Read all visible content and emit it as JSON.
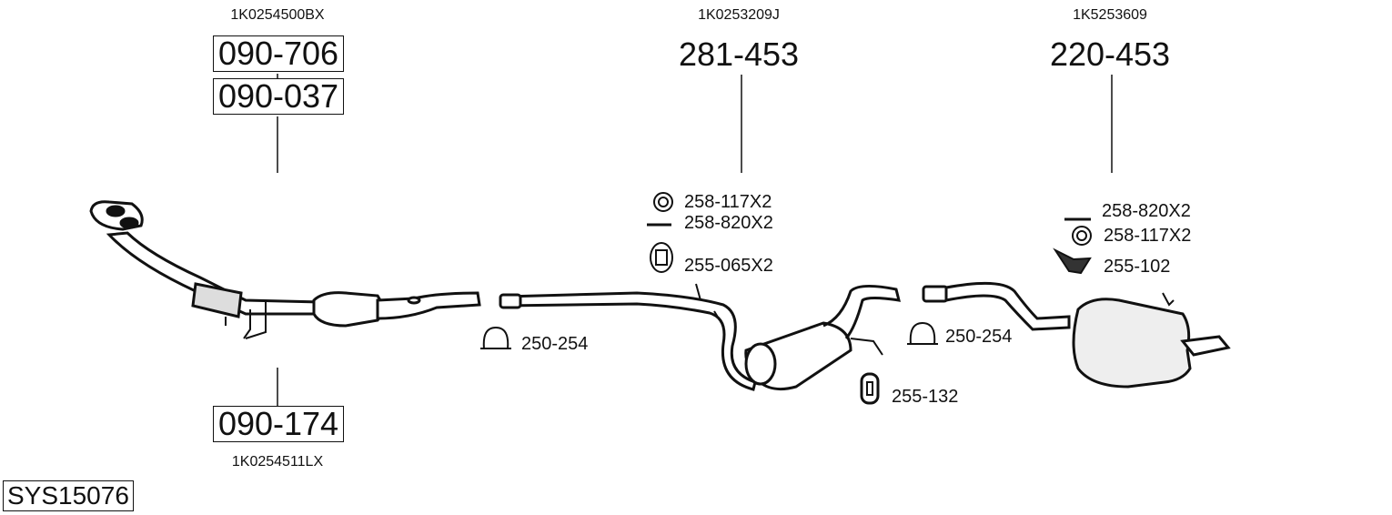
{
  "system_code": "SYS15076",
  "groups": [
    {
      "oe_top": "1K0254500BX",
      "parts_top": [
        "090-706",
        "090-037"
      ],
      "part_bottom": "090-174",
      "oe_bottom": "1K0254511LX"
    },
    {
      "oe_top": "1K0253209J",
      "part": "281-453"
    },
    {
      "oe_top": "1K5253609",
      "part": "220-453"
    }
  ],
  "accessories": {
    "mid": [
      "258-117X2",
      "258-820X2",
      "255-065X2"
    ],
    "clamp_front": "250-254",
    "clamp_rear": "250-254",
    "hanger_mid": "255-132",
    "rear": [
      "258-820X2",
      "258-117X2",
      "255-102"
    ]
  }
}
